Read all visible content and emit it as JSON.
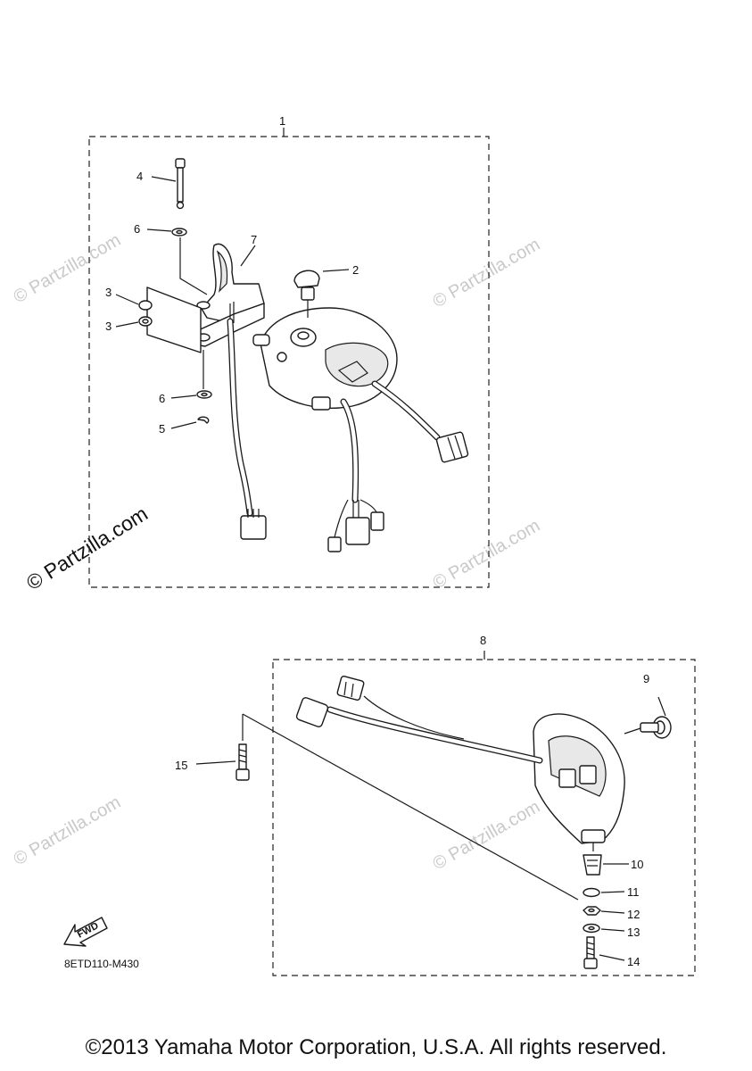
{
  "watermark": {
    "main": "© Partzilla.com",
    "faint": "© Partzilla.com"
  },
  "callouts": [
    "1",
    "2",
    "3",
    "3",
    "4",
    "5",
    "6",
    "6",
    "7",
    "8",
    "9",
    "10",
    "11",
    "12",
    "13",
    "14",
    "15"
  ],
  "fwd_label": "FWD",
  "ref_code": "8ETD110-M430",
  "footer": "©2013 Yamaha Motor Corporation, U.S.A. All rights reserved."
}
